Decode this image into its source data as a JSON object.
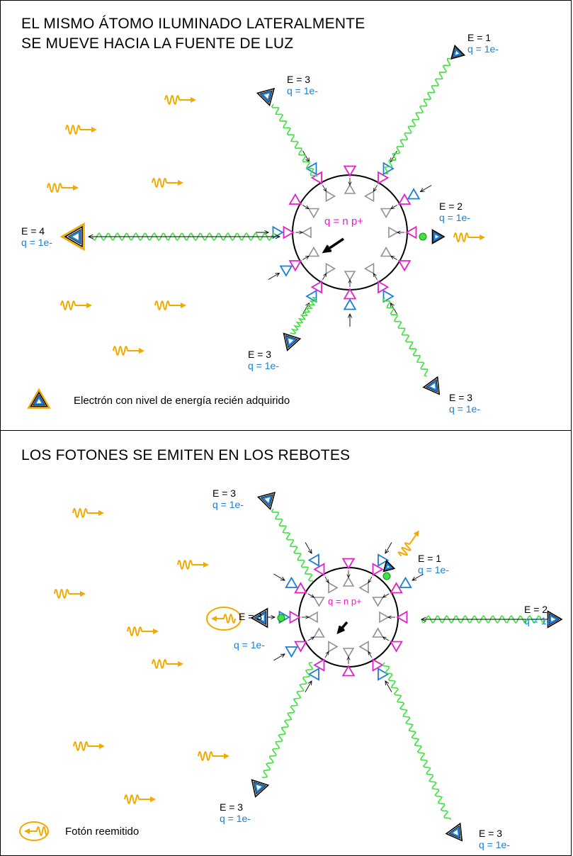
{
  "colors": {
    "photon": "#f2a900",
    "wave": "#3fe23f",
    "electron": "#1a7fd6",
    "magenta": "#e61ecb",
    "gray": "#909090",
    "nucleus_label": "#e61ecb",
    "charge_label": "#1a7fd6"
  },
  "top": {
    "title_line1": "EL MISMO ÁTOMO ILUMINADO LATERALMENTE",
    "title_line2": "SE MUEVE HACIA LA FUENTE DE LUZ",
    "nucleus_label": "q = n p+",
    "legend_text": "Electrón con nivel de energía recién adquirido",
    "electrons": [
      {
        "energy": "E = 1",
        "charge": "q = 1e-"
      },
      {
        "energy": "E = 3",
        "charge": "q = 1e-"
      },
      {
        "energy": "E = 2",
        "charge": "q = 1e-"
      },
      {
        "energy": "E = 4",
        "charge": "q = 1e-"
      },
      {
        "energy": "E = 3",
        "charge": "q = 1e-"
      },
      {
        "energy": "E = 3",
        "charge": "q = 1e-"
      }
    ]
  },
  "bottom": {
    "title": "LOS FOTONES SE EMITEN EN LOS REBOTES",
    "nucleus_label": "q = n p+",
    "legend_text": "Fotón reemitido",
    "electrons": [
      {
        "energy": "E = 3",
        "charge": "q = 1e-"
      },
      {
        "energy": "E = 1",
        "charge": "q = 1e-"
      },
      {
        "energy": "E = 2",
        "charge": "q = 1e-"
      },
      {
        "energy": "E = 3",
        "charge": "q = 1e-"
      },
      {
        "energy": "E = 3",
        "charge": "q = 1e-"
      },
      {
        "energy": "E = 3",
        "charge": "q = 1e-"
      }
    ]
  }
}
